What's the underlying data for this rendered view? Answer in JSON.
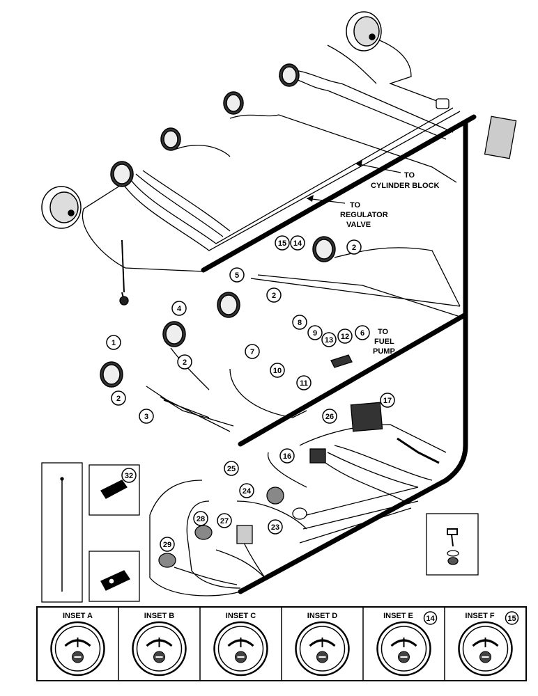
{
  "labels": {
    "cylinder_block": [
      "TO",
      "CYLINDER BLOCK"
    ],
    "regulator_valve": [
      "TO",
      "REGULATOR",
      "VALVE"
    ],
    "fuel_pump": [
      "TO",
      "FUEL",
      "PUMP"
    ]
  },
  "callouts": [
    "1",
    "2",
    "3",
    "4",
    "5",
    "6",
    "7",
    "8",
    "9",
    "10",
    "11",
    "12",
    "13",
    "14",
    "15",
    "16",
    "17",
    "23",
    "24",
    "25",
    "26",
    "27",
    "28",
    "29",
    "32"
  ],
  "insets": [
    {
      "title": "INSET A",
      "callout": ""
    },
    {
      "title": "INSET B",
      "callout": ""
    },
    {
      "title": "INSET C",
      "callout": ""
    },
    {
      "title": "INSET D",
      "callout": ""
    },
    {
      "title": "INSET E",
      "callout": "14"
    },
    {
      "title": "INSET F",
      "callout": "15"
    }
  ]
}
